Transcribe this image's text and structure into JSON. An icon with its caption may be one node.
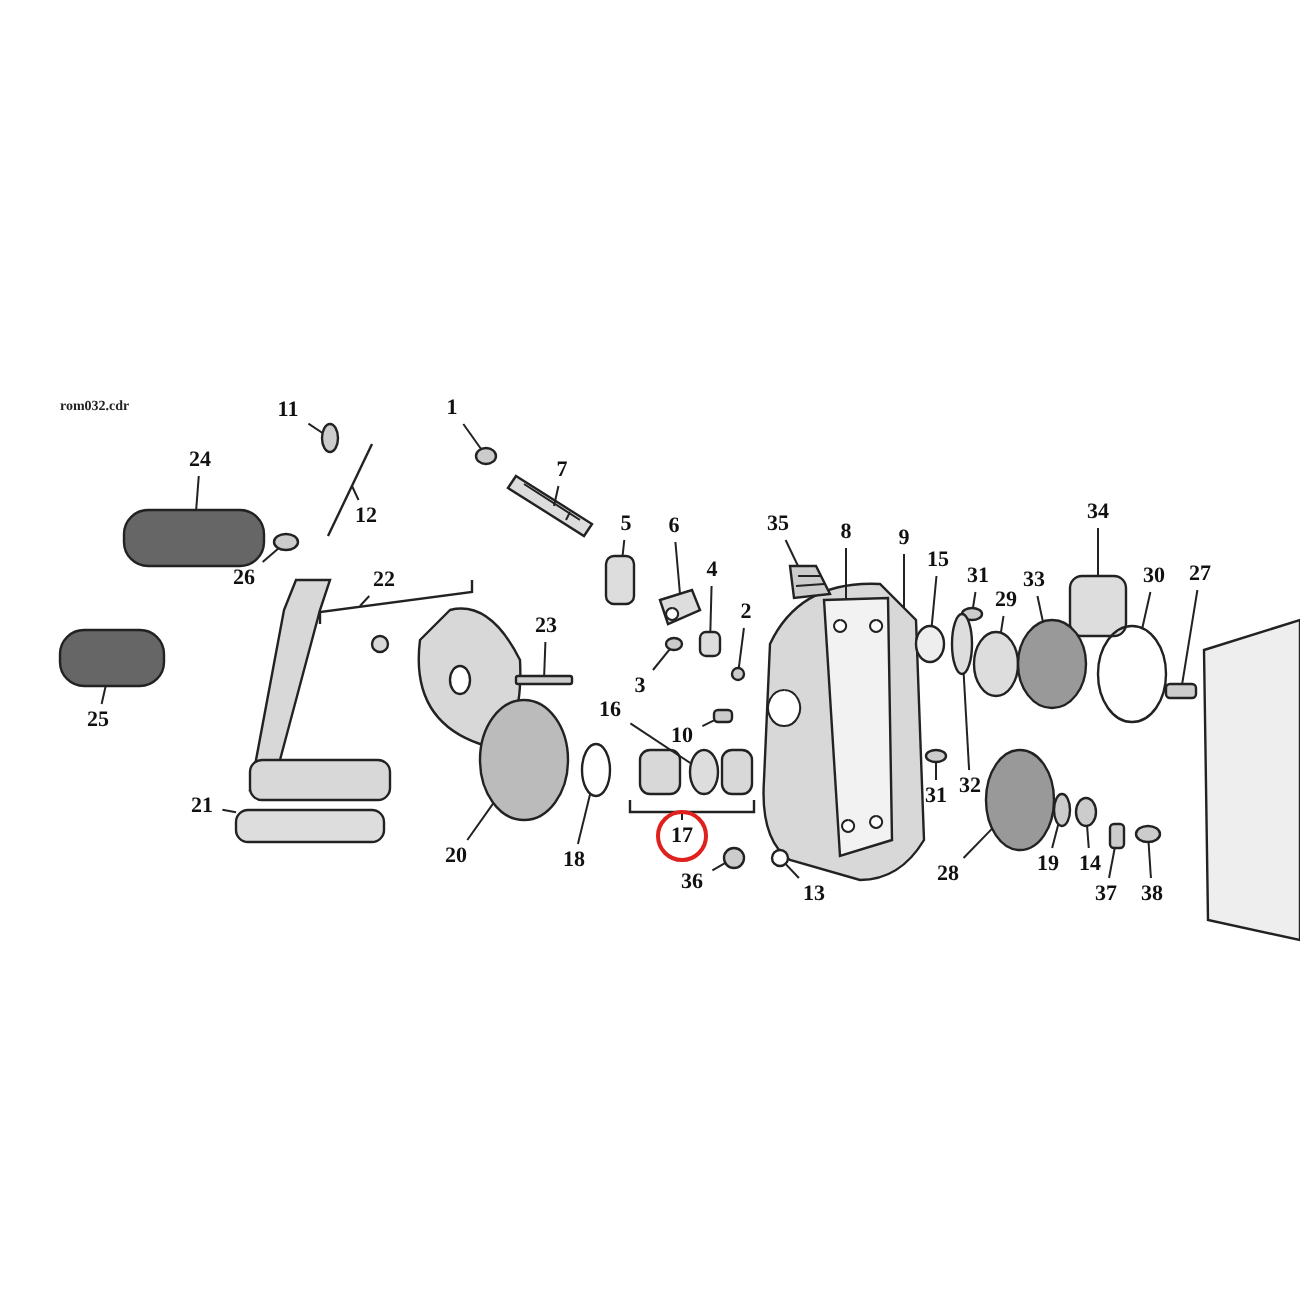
{
  "diagram": {
    "nodes": [
      {
        "text": [
          "11"
        ]
      },
      {
        "text": [
          "1"
        ]
      },
      {
        "text": [
          "24"
        ]
      },
      {
        "text": [
          "7"
        ]
      },
      {
        "text": [
          "12"
        ]
      },
      {
        "text": [
          "34"
        ]
      },
      {
        "text": [
          "35"
        ]
      },
      {
        "text": [
          "8"
        ]
      },
      {
        "text": [
          "9"
        ]
      },
      {
        "text": [
          "5"
        ]
      },
      {
        "text": [
          "6"
        ]
      },
      {
        "text": [
          "26"
        ]
      },
      {
        "text": [
          "22"
        ]
      },
      {
        "text": [
          "15"
        ]
      },
      {
        "text": [
          "31"
        ]
      },
      {
        "text": [
          "29"
        ]
      },
      {
        "text": [
          "33"
        ]
      },
      {
        "text": [
          "30"
        ]
      },
      {
        "text": [
          "27"
        ]
      },
      {
        "text": [
          "4"
        ]
      },
      {
        "text": [
          "2"
        ]
      },
      {
        "text": [
          "23"
        ]
      },
      {
        "text": [
          "3"
        ]
      },
      {
        "text": [
          "16"
        ]
      },
      {
        "text": [
          "10"
        ]
      },
      {
        "text": [
          "25"
        ]
      },
      {
        "text": [
          "31"
        ]
      },
      {
        "text": [
          "32"
        ]
      },
      {
        "text": [
          "21"
        ]
      },
      {
        "text": [
          "20"
        ]
      },
      {
        "text": [
          "18"
        ]
      },
      {
        "text": [
          "17"
        ]
      },
      {
        "text": [
          "19"
        ]
      },
      {
        "text": [
          "14"
        ]
      },
      {
        "text": [
          "28"
        ]
      },
      {
        "text": [
          "36"
        ]
      },
      {
        "text": [
          "13"
        ]
      },
      {
        "text": [
          "37"
        ]
      },
      {
        "text": [
          "38"
        ]
      },
      {
        "text": [],
        "shape": "circle"
      },
      {
        "text": [],
        "shape": "circle"
      },
      {
        "text": [],
        "shape": "box"
      },
      {
        "text": [],
        "shape": "picture"
      },
      {
        "text": [],
        "shape": "box"
      },
      {
        "text": [],
        "shape": "picture"
      },
      {
        "text": [],
        "shape": "picture",
        "in": 46
      },
      {
        "text": [],
        "shape": "picture"
      },
      {
        "text": [],
        "shape": "box"
      },
      {
        "text": [],
        "shape": "picture"
      },
      {
        "text": [],
        "shape": "circle"
      },
      {
        "text": [],
        "shape": "circle"
      },
      {
        "text": [],
        "shape": "circle"
      },
      {
        "text": [],
        "shape": "circle"
      },
      {
        "text": [],
        "shape": "circle"
      },
      {
        "text": [],
        "shape": "circle"
      },
      {
        "text": [],
        "shape": "box"
      },
      {
        "text": [],
        "shape": "box"
      },
      {
        "text": [],
        "shape": "circle"
      },
      {
        "text": [],
        "shape": "box"
      },
      {
        "text": [],
        "shape": "circle"
      },
      {
        "text": [],
        "shape": "circle"
      },
      {
        "text": [],
        "shape": "box"
      },
      {
        "text": [],
        "shape": "box"
      },
      {
        "text": [],
        "shape": "circle"
      },
      {
        "text": [],
        "shape": "circle"
      },
      {
        "text": [],
        "shape": "box"
      },
      {
        "text": [],
        "shape": "circle"
      },
      {
        "text": [],
        "shape": "circle"
      },
      {
        "text": [],
        "shape": "circle"
      },
      {
        "text": [],
        "shape": "circle"
      },
      {
        "text": [],
        "shape": "circle"
      },
      {
        "text": [],
        "shape": "circle"
      },
      {
        "text": [],
        "shape": "circle"
      },
      {
        "text": [],
        "shape": "box"
      },
      {
        "text": [],
        "shape": "circle"
      },
      {
        "text": [],
        "shape": "bar"
      },
      {
        "text": [],
        "shape": "bar"
      },
      {
        "text": [],
        "shape": "bar"
      }
    ],
    "edges": [
      {
        "from": 0,
        "to": 39,
        "arrow": "none"
      },
      {
        "from": 1,
        "to": 40,
        "arrow": "none"
      },
      {
        "from": 2,
        "to": 41,
        "arrow": "none"
      },
      {
        "from": 3,
        "to": 42,
        "arrow": "none"
      },
      {
        "from": 4,
        "to": 75,
        "arrow": "none"
      },
      {
        "from": 5,
        "to": 43,
        "arrow": "none"
      },
      {
        "from": 6,
        "to": 44,
        "arrow": "none"
      },
      {
        "from": 7,
        "to": 45,
        "arrow": "none"
      },
      {
        "from": 8,
        "to": 46,
        "arrow": "none"
      },
      {
        "from": 9,
        "to": 47,
        "arrow": "none"
      },
      {
        "from": 10,
        "to": 48,
        "arrow": "none"
      },
      {
        "from": 11,
        "to": 49,
        "arrow": "none"
      },
      {
        "from": 12,
        "to": 76,
        "arrow": "none"
      },
      {
        "from": 13,
        "to": 50,
        "arrow": "none"
      },
      {
        "from": 14,
        "to": 51,
        "arrow": "none"
      },
      {
        "from": 15,
        "to": 52,
        "arrow": "none"
      },
      {
        "from": 16,
        "to": 53,
        "arrow": "none"
      },
      {
        "from": 17,
        "to": 54,
        "arrow": "none"
      },
      {
        "from": 18,
        "to": 55,
        "arrow": "none"
      },
      {
        "from": 19,
        "to": 56,
        "arrow": "none"
      },
      {
        "from": 20,
        "to": 57,
        "arrow": "none"
      },
      {
        "from": 21,
        "to": 58,
        "arrow": "none"
      },
      {
        "from": 22,
        "to": 59,
        "arrow": "none"
      },
      {
        "from": 23,
        "to": 60,
        "arrow": "none"
      },
      {
        "from": 24,
        "to": 61,
        "arrow": "none"
      },
      {
        "from": 25,
        "to": 62,
        "arrow": "none"
      },
      {
        "from": 26,
        "to": 63,
        "arrow": "none"
      },
      {
        "from": 27,
        "to": 64,
        "arrow": "none"
      },
      {
        "from": 28,
        "to": 65,
        "arrow": "none"
      },
      {
        "from": 29,
        "to": 66,
        "arrow": "none"
      },
      {
        "from": 30,
        "to": 67,
        "arrow": "none"
      },
      {
        "from": 32,
        "to": 68,
        "arrow": "none"
      },
      {
        "from": 33,
        "to": 69,
        "arrow": "none"
      },
      {
        "from": 34,
        "to": 70,
        "arrow": "none"
      },
      {
        "from": 35,
        "to": 71,
        "arrow": "none"
      },
      {
        "from": 36,
        "to": 72,
        "arrow": "none"
      },
      {
        "from": 37,
        "to": 73,
        "arrow": "none"
      },
      {
        "from": 38,
        "to": 74,
        "arrow": "none"
      },
      {
        "from": 31,
        "to": 77,
        "arrow": "none"
      }
    ],
    "labels": [
      "rom032.cdr"
    ]
  }
}
